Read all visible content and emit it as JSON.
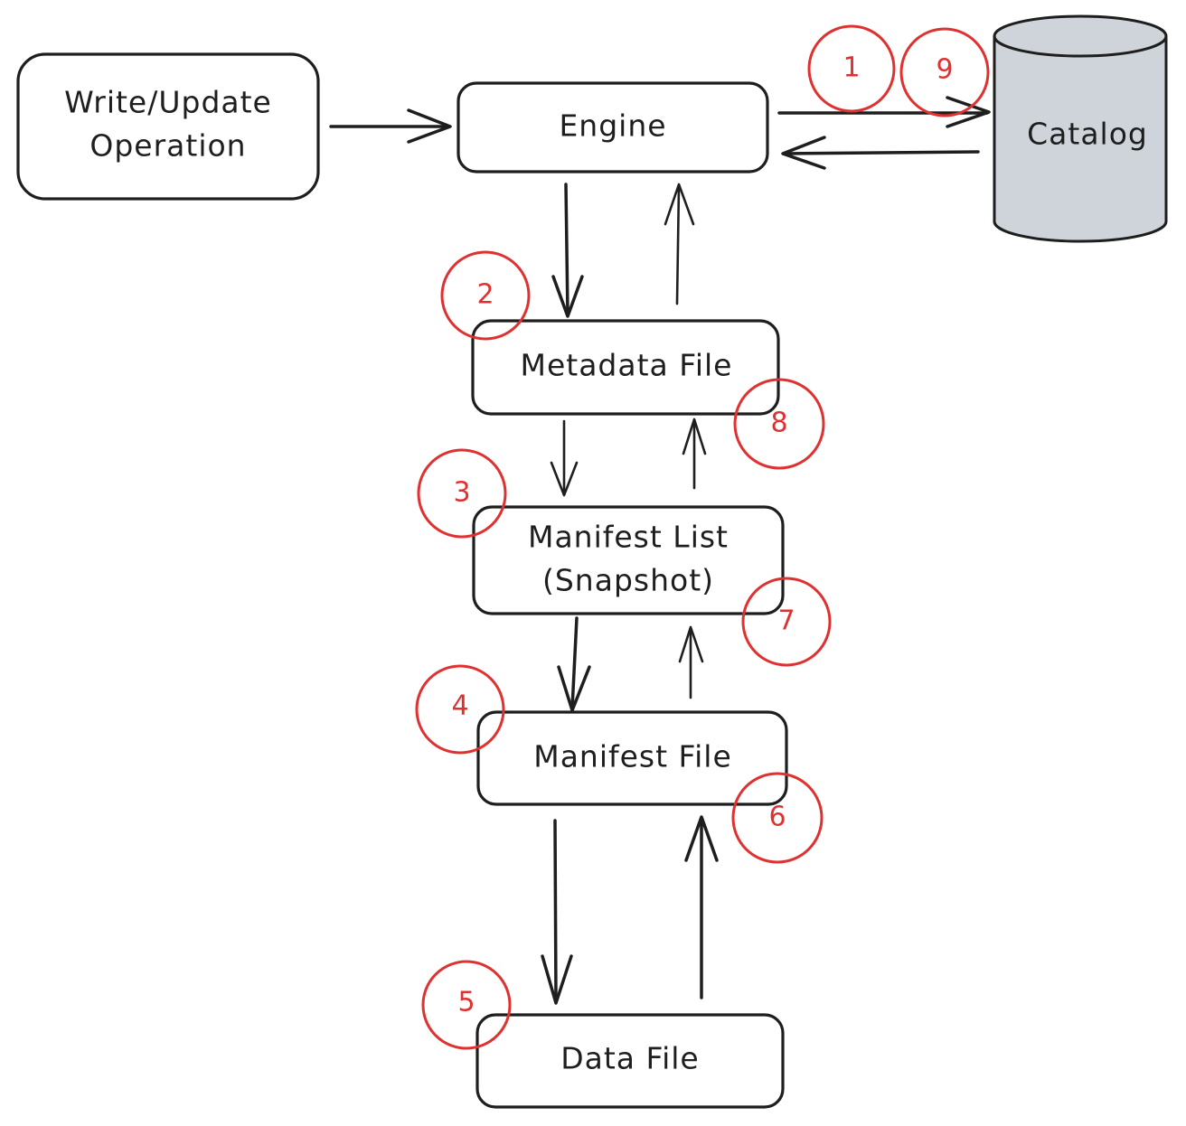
{
  "nodes": {
    "write_update": {
      "line1": "Write/Update",
      "line2": "Operation"
    },
    "engine": {
      "label": "Engine"
    },
    "catalog": {
      "label": "Catalog"
    },
    "metadata_file": {
      "label": "Metadata File"
    },
    "manifest_list": {
      "line1": "Manifest List",
      "line2": "(Snapshot)"
    },
    "manifest_file": {
      "label": "Manifest File"
    },
    "data_file": {
      "label": "Data File"
    }
  },
  "steps": [
    "1",
    "2",
    "3",
    "4",
    "5",
    "6",
    "7",
    "8",
    "9"
  ],
  "colors": {
    "stroke": "#1e1e1e",
    "step_red": "#e03131",
    "catalog_fill": "#ced4da",
    "background": "#ffffff"
  }
}
